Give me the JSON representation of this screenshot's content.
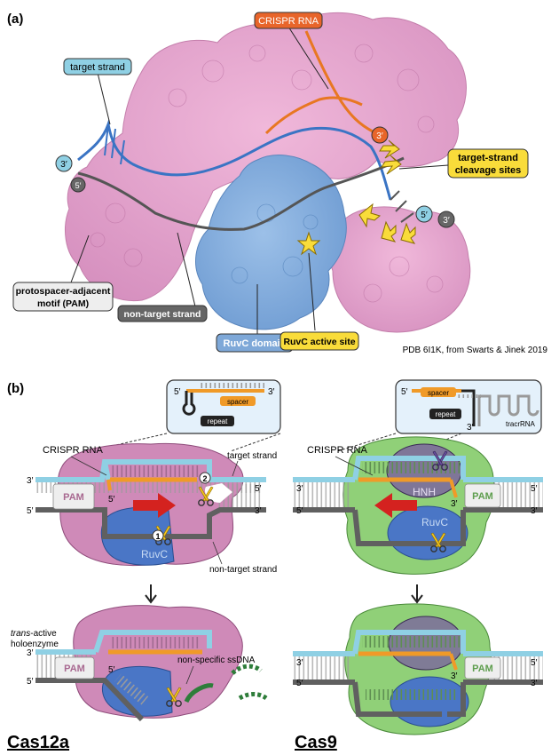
{
  "panel_a": {
    "letter": "(a)",
    "labels": {
      "crispr_rna": "CRISPR RNA",
      "target_strand": "target strand",
      "cleavage_line1": "target-strand",
      "cleavage_line2": "cleavage sites",
      "pam_line1": "protospacer-adjacent",
      "pam_line2": "motif (PAM)",
      "non_target_strand": "non-target strand",
      "ruvc_domain": "RuvC domain",
      "ruvc_active_site": "RuvC active site",
      "end_3_left": "3′",
      "end_5_left": "5′",
      "end_3_crrna": "3′",
      "end_5_right": "5′",
      "end_3_right": "3′"
    },
    "credit": "PDB 6I1K, from Swarts & Jinek 2019",
    "colors": {
      "protein": "#e3a0c8",
      "ruvc": "#7ea8d8",
      "crrna": "#e87722",
      "target": "#3a74c4",
      "nontarget": "#555555",
      "highlight": "#f9dc3a"
    }
  },
  "panel_b": {
    "letter": "(b)",
    "cas12a": {
      "name": "Cas12a",
      "crispr_rna": "CRISPR RNA",
      "inset_5": "5′",
      "inset_3": "3′",
      "inset_spacer": "spacer",
      "inset_repeat": "repeat",
      "target_strand": "target strand",
      "non_target_strand": "non-target strand",
      "pam": "PAM",
      "ruvc": "RuvC",
      "step1": "1",
      "step2": "2",
      "end_3_top": "3′",
      "end_5_bottom": "5′",
      "end_5_right_top": "5′",
      "end_3_right_bottom": "3′",
      "crrna_5": "5′",
      "holo_line1_italic": "trans",
      "holo_line1_rest": "-active",
      "holo_line2": "holoenzyme",
      "ssdna": "non-specific ssDNA",
      "lower_end_3": "3′",
      "lower_end_5": "5′",
      "lower_crrna_5": "5′"
    },
    "cas9": {
      "name": "Cas9",
      "crispr_rna": "CRISPR RNA",
      "inset_5": "5′",
      "inset_3": "3′",
      "inset_spacer": "spacer",
      "inset_repeat": "repeat",
      "inset_tracr": "tracrRNA",
      "hnh": "HNH",
      "ruvc": "RuvC",
      "pam": "PAM",
      "end_3_left_top": "3′",
      "end_5_left_bottom": "5′",
      "end_5_right_top": "5′",
      "end_3_right_bottom": "3′",
      "crrna_3": "3′",
      "lower_end_3_left": "3′",
      "lower_end_5_left": "5′",
      "lower_end_5_right": "5′",
      "lower_end_3_right": "3′",
      "lower_crrna_3": "3′"
    },
    "colors": {
      "cas12a_body": "#cf8ab8",
      "cas9_body": "#90d078",
      "ruvc_blue": "#4a76c6",
      "hnh_purple": "#7a5fa0",
      "crrna_orange": "#f09a28",
      "target_cyan": "#8fd0e4",
      "nontarget_gray": "#606060",
      "arrow_red": "#d4221f",
      "scissor_yellow": "#f5c620",
      "ssdna_green": "#2e7d3a"
    }
  }
}
